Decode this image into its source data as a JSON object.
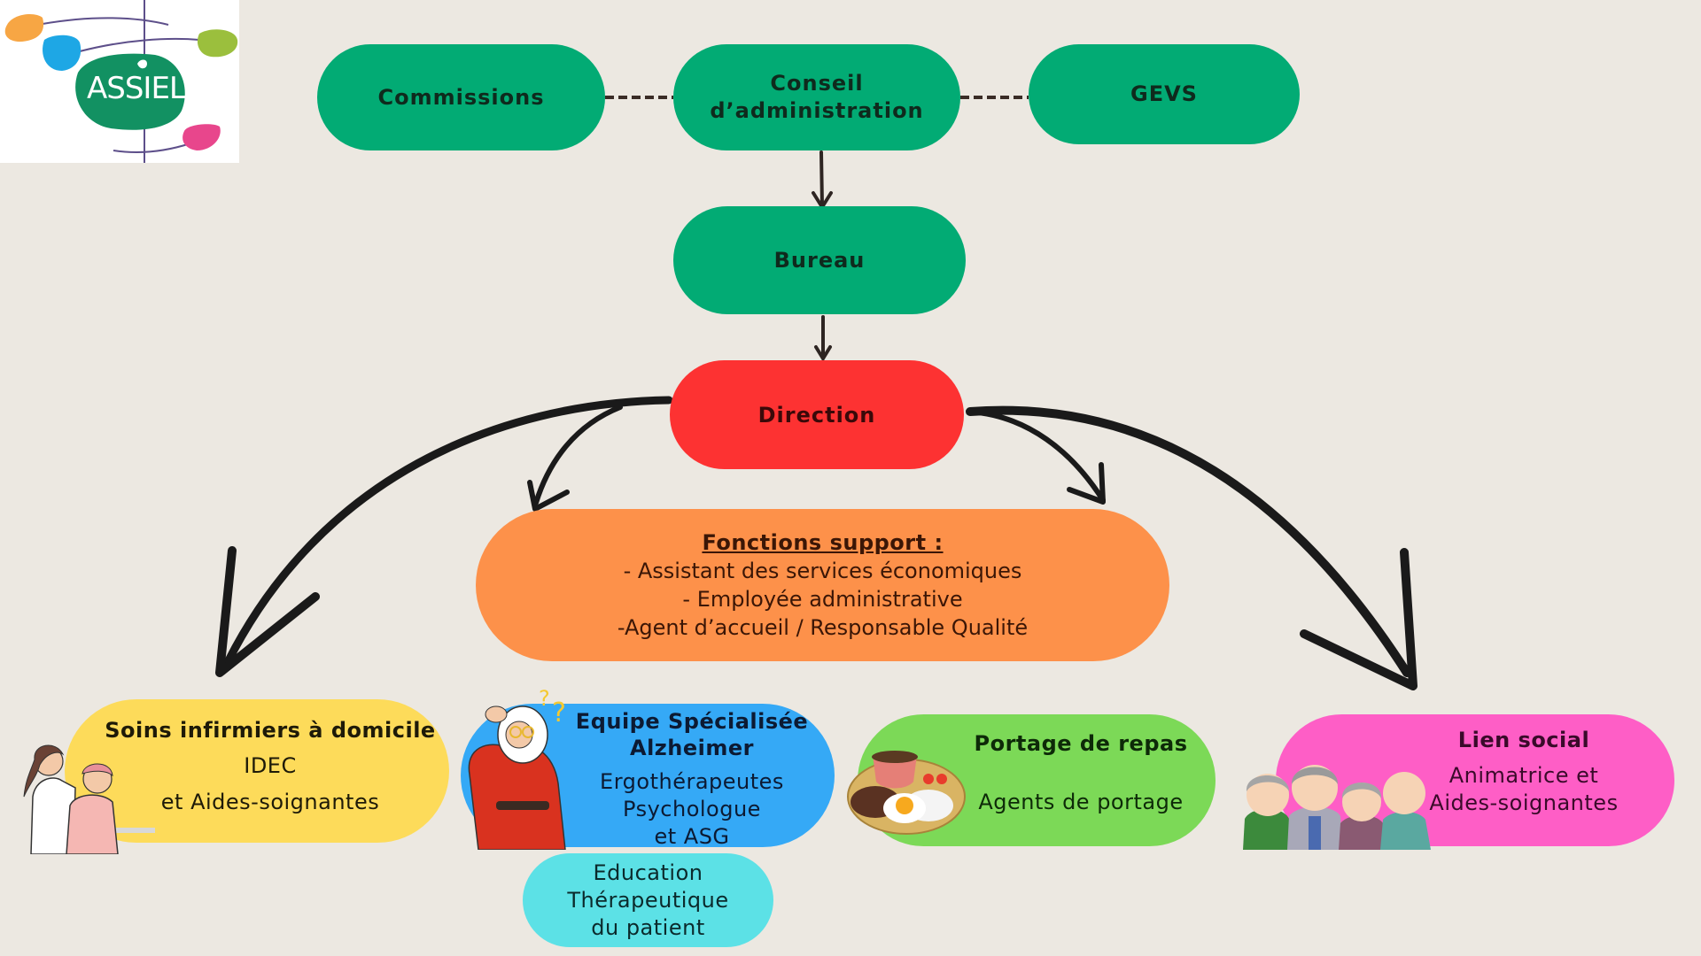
{
  "logo": {
    "text": "ASSIEL"
  },
  "nodes": {
    "commissions": {
      "label": "Commissions"
    },
    "conseil": {
      "line1": "Conseil",
      "line2": "d’administration"
    },
    "gevs": {
      "label": "GEVS"
    },
    "bureau": {
      "label": "Bureau"
    },
    "direction": {
      "label": "Direction"
    },
    "support": {
      "title": "Fonctions support :",
      "items": [
        "- Assistant des services économiques",
        "- Employée administrative",
        "-Agent d’accueil / Responsable Qualité"
      ]
    }
  },
  "services": {
    "soins": {
      "title": "Soins infirmiers à domicile",
      "lines": [
        "IDEC",
        "et Aides-soignantes"
      ]
    },
    "esa": {
      "title_lines": [
        "Equipe Spécialisée",
        "Alzheimer"
      ],
      "lines": [
        "Ergothérapeutes",
        "Psychologue",
        "et ASG"
      ]
    },
    "etp": {
      "lines": [
        "Education",
        "Thérapeutique",
        "du patient"
      ]
    },
    "portage": {
      "title": "Portage de repas",
      "lines": [
        "Agents de portage"
      ]
    },
    "lien": {
      "title": "Lien social",
      "lines": [
        "Animatrice et",
        "Aides-soignantes"
      ]
    }
  },
  "colors": {
    "background": "#ece8e1",
    "governance_green": "#02ab74",
    "direction_red": "#fd3232",
    "support_orange": "#fd914a",
    "soins_yellow": "#fddb5a",
    "esa_blue": "#35a9f6",
    "etp_cyan": "#5ce1e6",
    "portage_green": "#7cd957",
    "lien_pink": "#fe5ec6"
  }
}
